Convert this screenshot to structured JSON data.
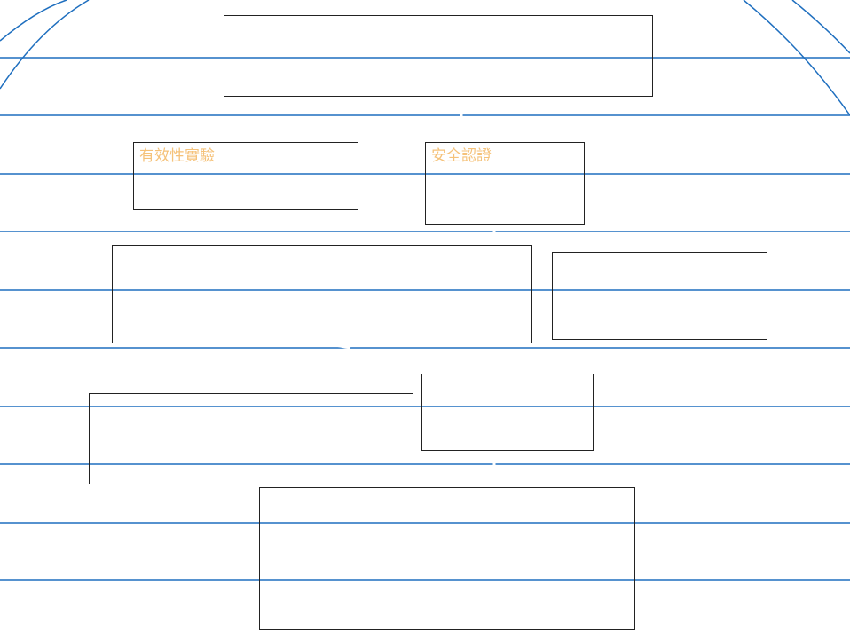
{
  "colors": {
    "line": "#1f6fbf",
    "box_border": "#222222",
    "title_text": "#f5c27a",
    "background": "#ffffff"
  },
  "nodes": [
    {
      "id": "top-box",
      "title": ""
    },
    {
      "id": "validity-experiment",
      "title": "有效性實驗"
    },
    {
      "id": "safety-certification",
      "title": "安全認證"
    },
    {
      "id": "wide-middle-box",
      "title": ""
    },
    {
      "id": "right-middle-box",
      "title": ""
    },
    {
      "id": "lower-left-box",
      "title": ""
    },
    {
      "id": "lower-small-box",
      "title": ""
    },
    {
      "id": "bottom-box",
      "title": ""
    }
  ]
}
